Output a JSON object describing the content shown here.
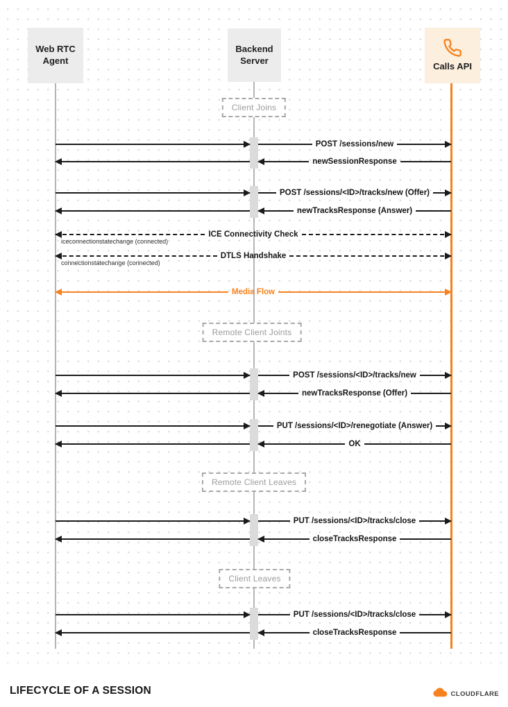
{
  "title": "LIFECYCLE OF A SESSION",
  "brand": {
    "name": "CLOUDFLARE",
    "logo_icon": "cloudflare-cloud-icon",
    "color": "#f6821f"
  },
  "actors": {
    "webrtc": {
      "line1": "Web RTC",
      "line2": "Agent"
    },
    "backend": {
      "line1": "Backend",
      "line2": "Server"
    },
    "calls": {
      "label": "Calls API",
      "icon": "phone-icon"
    }
  },
  "phases": {
    "client_joins": "Client Joins",
    "remote_client_joins": "Remote Client Joints",
    "remote_client_leaves": "Remote Client Leaves",
    "client_leaves": "Client Leaves"
  },
  "messages": {
    "post_sessions_new": "POST /sessions/new",
    "new_session_response": "newSessionResponse",
    "post_tracks_new_offer": "POST /sessions/<ID>/tracks/new (Offer)",
    "new_tracks_response_answer": "newTracksResponse (Answer)",
    "ice_check": "ICE Connectivity Check",
    "ice_note": "iceconnectionstatechange (connected)",
    "dtls": "DTLS Handshake",
    "dtls_note": "connectionstatechange (connected)",
    "media_flow": "Media Flow",
    "post_tracks_new": "POST /sessions/<ID>/tracks/new",
    "new_tracks_response_offer": "newTracksResponse (Offer)",
    "put_renegotiate_answer": "PUT /sessions/<ID>/renegotiate (Answer)",
    "ok": "OK",
    "put_tracks_close_1": "PUT /sessions/<ID>/tracks/close",
    "close_tracks_response_1": "closeTracksResponse",
    "put_tracks_close_2": "PUT /sessions/<ID>/tracks/close",
    "close_tracks_response_2": "closeTracksResponse"
  },
  "colors": {
    "accent_orange": "#f6821f",
    "arrow_black": "#1a1a1a",
    "lifeline_gray": "#b4b4b4",
    "actor_gray": "#ececec",
    "calls_box": "#fcefdd"
  }
}
